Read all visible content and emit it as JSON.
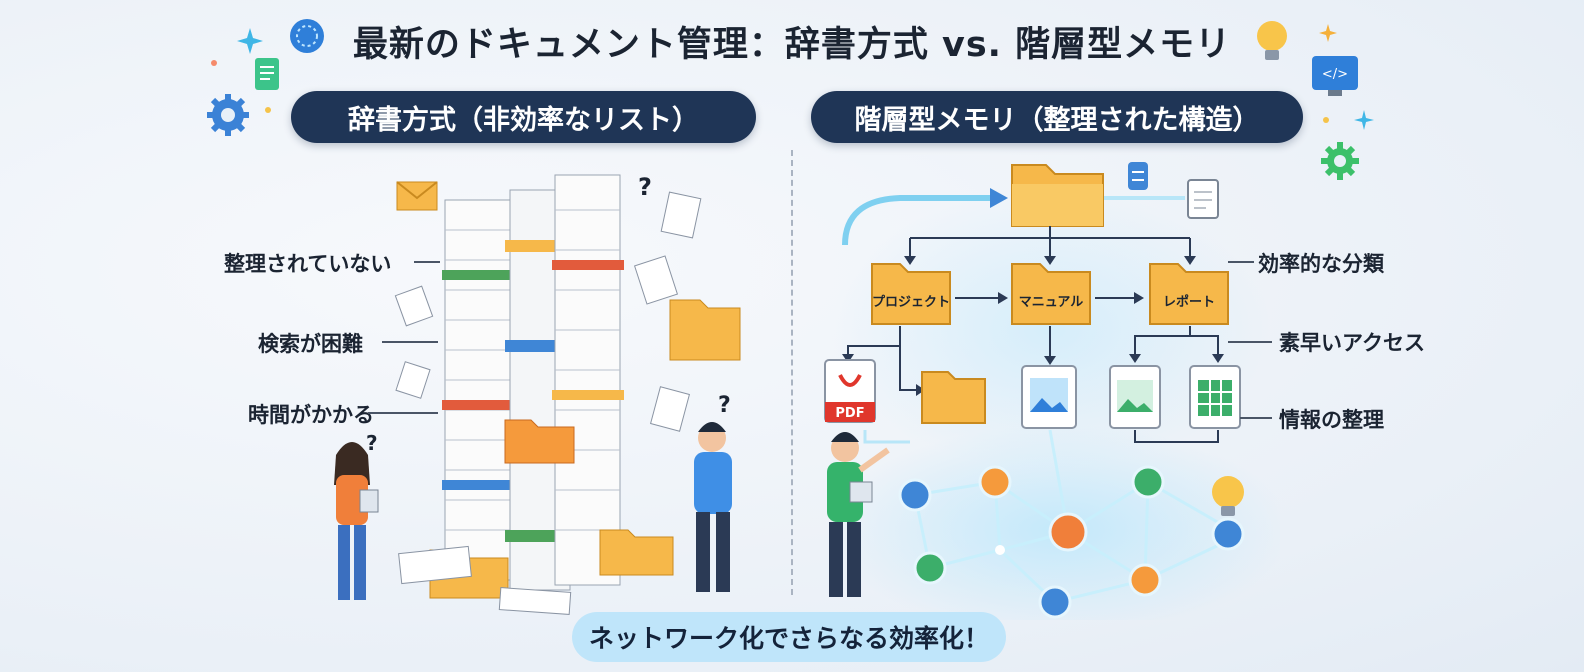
{
  "title": "最新のドキュメント管理：辞書方式 vs. 階層型メモリ",
  "left_panel": {
    "heading": "辞書方式（非効率なリスト）",
    "labels": [
      "整理されていない",
      "検索が困難",
      "時間がかかる"
    ]
  },
  "right_panel": {
    "heading": "階層型メモリ（整理された構造）",
    "folders": [
      "プロジェクト",
      "マニュアル",
      "レポート"
    ],
    "pdf_label": "PDF",
    "labels": [
      "効率的な分類",
      "素早いアクセス",
      "情報の整理"
    ]
  },
  "footer": "ネットワーク化でさらなる効率化！",
  "icons": [
    "sparkle-icon",
    "globe-icon",
    "document-icon",
    "gear-icon",
    "lightbulb-icon",
    "code-monitor-icon",
    "folder-icon",
    "pdf-icon",
    "image-file-icon",
    "spreadsheet-icon",
    "envelope-icon",
    "question-mark-icon"
  ],
  "colors": {
    "pill": "#1f3556",
    "folder": "#f6b84a",
    "network_glow": "#8fd3f2",
    "footer": "#bfe5fa"
  }
}
